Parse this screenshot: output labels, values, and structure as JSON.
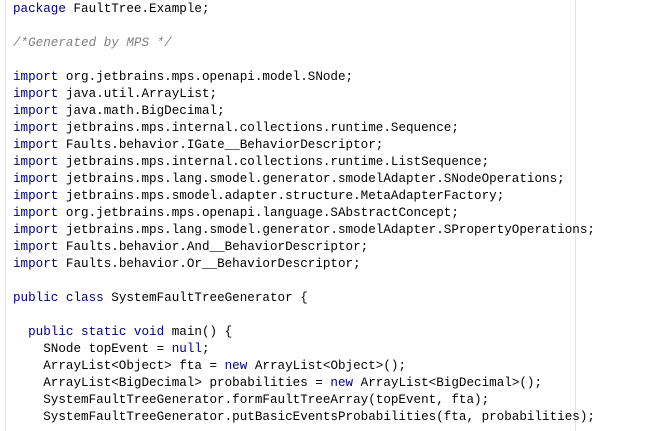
{
  "lines": [
    {
      "indent": 0,
      "parts": [
        {
          "t": "kw",
          "v": "package"
        },
        {
          "t": "txt",
          "v": " FaultTree.Example;"
        }
      ]
    },
    {
      "indent": 0,
      "parts": []
    },
    {
      "indent": 0,
      "parts": [
        {
          "t": "comment",
          "v": "/*Generated by MPS */"
        }
      ]
    },
    {
      "indent": 0,
      "parts": []
    },
    {
      "indent": 0,
      "parts": [
        {
          "t": "kw",
          "v": "import"
        },
        {
          "t": "txt",
          "v": " org.jetbrains.mps.openapi.model.SNode;"
        }
      ]
    },
    {
      "indent": 0,
      "parts": [
        {
          "t": "kw",
          "v": "import"
        },
        {
          "t": "txt",
          "v": " java.util.ArrayList;"
        }
      ]
    },
    {
      "indent": 0,
      "parts": [
        {
          "t": "kw",
          "v": "import"
        },
        {
          "t": "txt",
          "v": " java.math.BigDecimal;"
        }
      ]
    },
    {
      "indent": 0,
      "parts": [
        {
          "t": "kw",
          "v": "import"
        },
        {
          "t": "txt",
          "v": " jetbrains.mps.internal.collections.runtime.Sequence;"
        }
      ]
    },
    {
      "indent": 0,
      "parts": [
        {
          "t": "kw",
          "v": "import"
        },
        {
          "t": "txt",
          "v": " Faults.behavior.IGate__BehaviorDescriptor;"
        }
      ]
    },
    {
      "indent": 0,
      "parts": [
        {
          "t": "kw",
          "v": "import"
        },
        {
          "t": "txt",
          "v": " jetbrains.mps.internal.collections.runtime.ListSequence;"
        }
      ]
    },
    {
      "indent": 0,
      "parts": [
        {
          "t": "kw",
          "v": "import"
        },
        {
          "t": "txt",
          "v": " jetbrains.mps.lang.smodel.generator.smodelAdapter.SNodeOperations;"
        }
      ]
    },
    {
      "indent": 0,
      "parts": [
        {
          "t": "kw",
          "v": "import"
        },
        {
          "t": "txt",
          "v": " jetbrains.mps.smodel.adapter.structure.MetaAdapterFactory;"
        }
      ]
    },
    {
      "indent": 0,
      "parts": [
        {
          "t": "kw",
          "v": "import"
        },
        {
          "t": "txt",
          "v": " org.jetbrains.mps.openapi.language.SAbstractConcept;"
        }
      ]
    },
    {
      "indent": 0,
      "parts": [
        {
          "t": "kw",
          "v": "import"
        },
        {
          "t": "txt",
          "v": " jetbrains.mps.lang.smodel.generator.smodelAdapter.SPropertyOperations;"
        }
      ]
    },
    {
      "indent": 0,
      "parts": [
        {
          "t": "kw",
          "v": "import"
        },
        {
          "t": "txt",
          "v": " Faults.behavior.And__BehaviorDescriptor;"
        }
      ]
    },
    {
      "indent": 0,
      "parts": [
        {
          "t": "kw",
          "v": "import"
        },
        {
          "t": "txt",
          "v": " Faults.behavior.Or__BehaviorDescriptor;"
        }
      ]
    },
    {
      "indent": 0,
      "parts": []
    },
    {
      "indent": 0,
      "parts": [
        {
          "t": "kw",
          "v": "public class"
        },
        {
          "t": "txt",
          "v": " SystemFaultTreeGenerator {"
        }
      ]
    },
    {
      "indent": 0,
      "parts": []
    },
    {
      "indent": 1,
      "parts": [
        {
          "t": "kw",
          "v": "public static void"
        },
        {
          "t": "txt",
          "v": " main() {"
        }
      ]
    },
    {
      "indent": 2,
      "parts": [
        {
          "t": "txt",
          "v": "SNode topEvent = "
        },
        {
          "t": "kw",
          "v": "null"
        },
        {
          "t": "txt",
          "v": ";"
        }
      ]
    },
    {
      "indent": 2,
      "parts": [
        {
          "t": "txt",
          "v": "ArrayList<Object> fta = "
        },
        {
          "t": "kw",
          "v": "new"
        },
        {
          "t": "txt",
          "v": " ArrayList<Object>();"
        }
      ]
    },
    {
      "indent": 2,
      "parts": [
        {
          "t": "txt",
          "v": "ArrayList<BigDecimal> probabilities = "
        },
        {
          "t": "kw",
          "v": "new"
        },
        {
          "t": "txt",
          "v": " ArrayList<BigDecimal>();"
        }
      ]
    },
    {
      "indent": 2,
      "parts": [
        {
          "t": "txt",
          "v": "SystemFaultTreeGenerator.formFaultTreeArray(topEvent, fta);"
        }
      ]
    },
    {
      "indent": 2,
      "parts": [
        {
          "t": "txt",
          "v": "SystemFaultTreeGenerator.putBasicEventsProbabilities(fta, probabilities);"
        }
      ]
    }
  ]
}
